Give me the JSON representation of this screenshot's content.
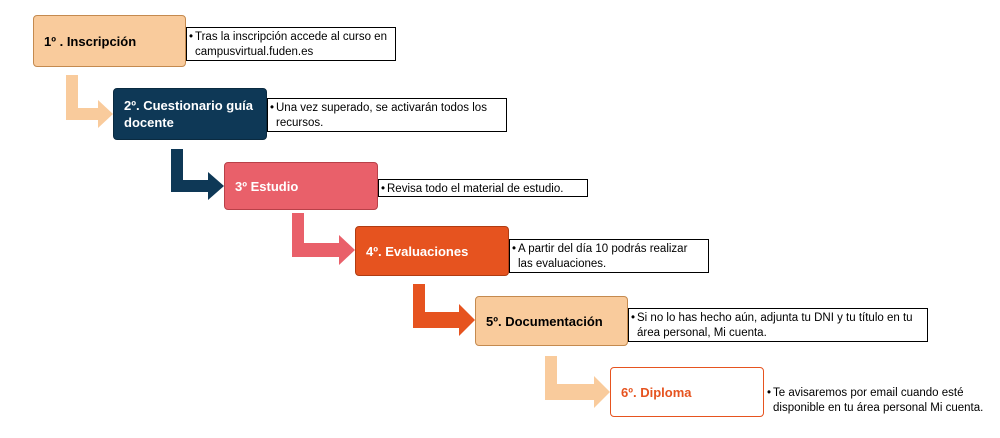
{
  "steps": [
    {
      "label": "1º . Inscripción",
      "note": "Tras la inscripción accede al curso en campusvirtual.fuden.es"
    },
    {
      "label": "2º. Cuestionario guía docente",
      "note": "Una vez superado, se activarán todos los recursos."
    },
    {
      "label": "3º Estudio",
      "note": "Revisa todo el material de estudio."
    },
    {
      "label": "4º. Evaluaciones",
      "note": "A partir del día 10 podrás realizar las evaluaciones."
    },
    {
      "label": "5º. Documentación",
      "note": "Si no lo has hecho aún, adjunta tu DNI y tu título en tu área personal, Mi cuenta."
    },
    {
      "label": "6º. Diploma",
      "note": "Te avisaremos por email cuando esté disponible en tu área personal Mi cuenta."
    }
  ],
  "bullet": "•",
  "colors": {
    "peach": "#f9cb9c",
    "navy": "#0e3856",
    "coral": "#e9606a",
    "orange": "#e6531f",
    "white": "#ffffff"
  }
}
